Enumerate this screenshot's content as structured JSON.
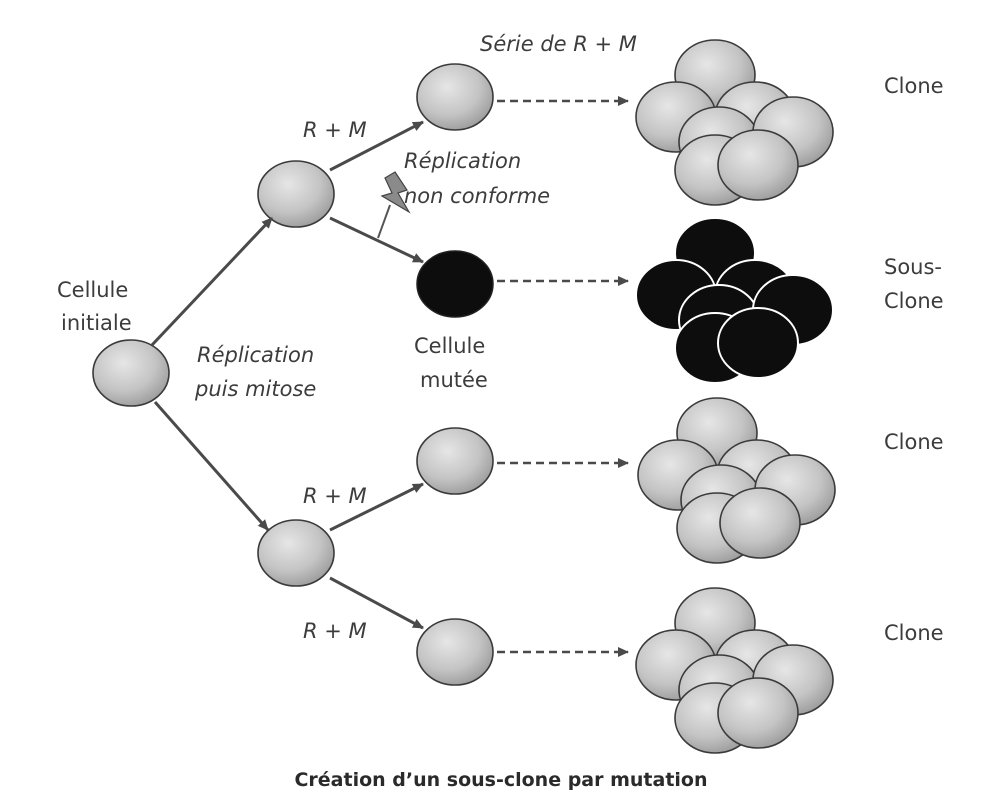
{
  "labels": {
    "initial_cell": [
      "Cellule",
      "initiale"
    ],
    "replication_mitosis": [
      "Réplication",
      "puis mitose"
    ],
    "rm_top": "R + M",
    "rm_bottom_upper": "R + M",
    "rm_bottom_lower": "R + M",
    "series_rm": "Série de R + M",
    "nonconform": [
      "Réplication",
      "non conforme"
    ],
    "mutated_cell": [
      "Cellule",
      "mutée"
    ],
    "clone_1": "Clone",
    "subclone": [
      "Sous-",
      "Clone"
    ],
    "clone_2": "Clone",
    "clone_3": "Clone"
  },
  "caption": "Création d’un sous-clone par mutation",
  "colors": {
    "cell_fill_light": "#e6e6e6",
    "cell_fill_dark": "#9a9a9a",
    "mutant": "#0d0d0d",
    "arrow": "#4a4a4a"
  }
}
